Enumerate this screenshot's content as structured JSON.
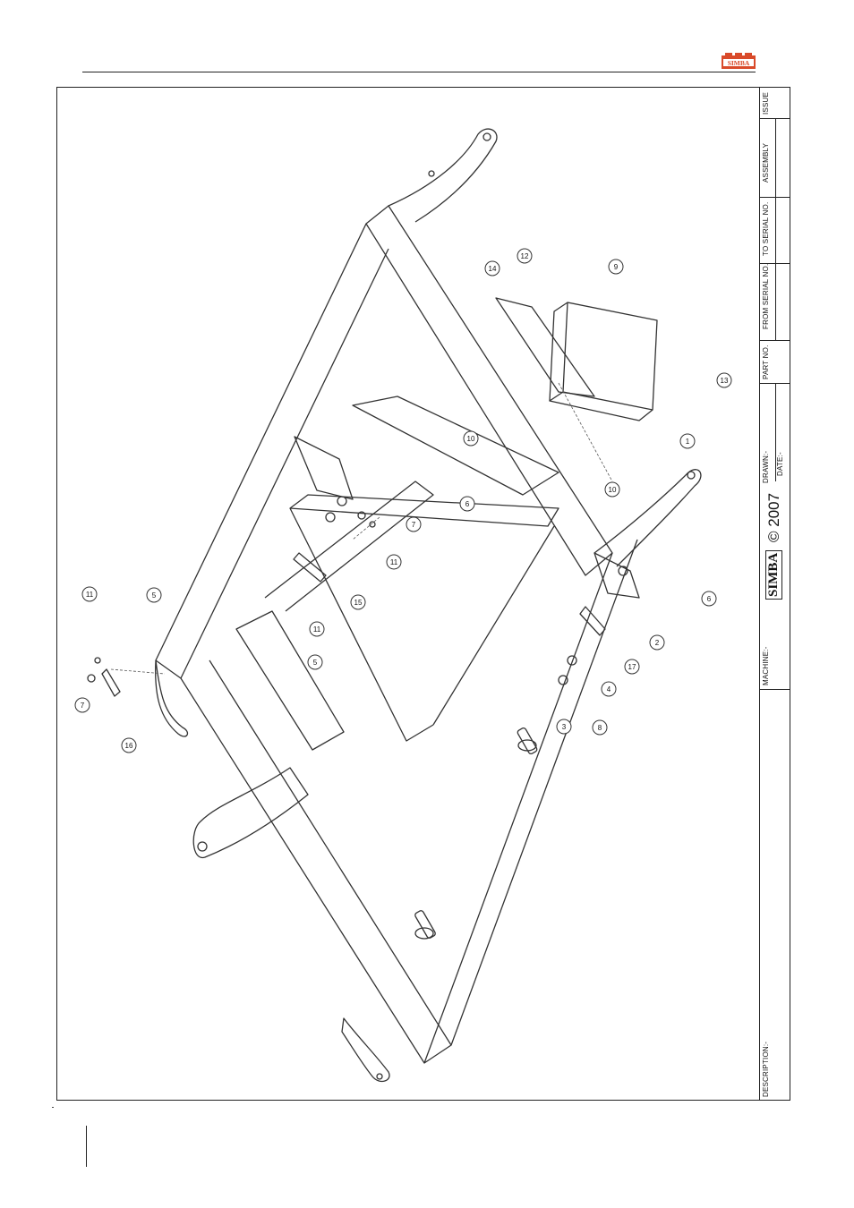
{
  "brand": {
    "logo_text": "SIMBA",
    "accent": "#d94a2a"
  },
  "title_block": {
    "issue_label": "ISSUE",
    "assembly_label": "ASSEMBLY",
    "to_serial_label": "TO SERIAL NO.",
    "from_serial_label": "FROM SERIAL NO.",
    "part_no_label": "PART NO.",
    "drawn_label": "DRAWN:-",
    "date_label": "DATE:-",
    "copyright": "© 2007",
    "brand_mark": "SIMBA",
    "machine_label": "MACHINE:-",
    "description_label": "DESCRIPTION:-"
  },
  "callouts": [
    "1",
    "2",
    "3",
    "4",
    "5",
    "5",
    "6",
    "6",
    "7",
    "7",
    "8",
    "9",
    "10",
    "10",
    "11",
    "11",
    "11",
    "12",
    "13",
    "14",
    "15",
    "16",
    "17"
  ]
}
